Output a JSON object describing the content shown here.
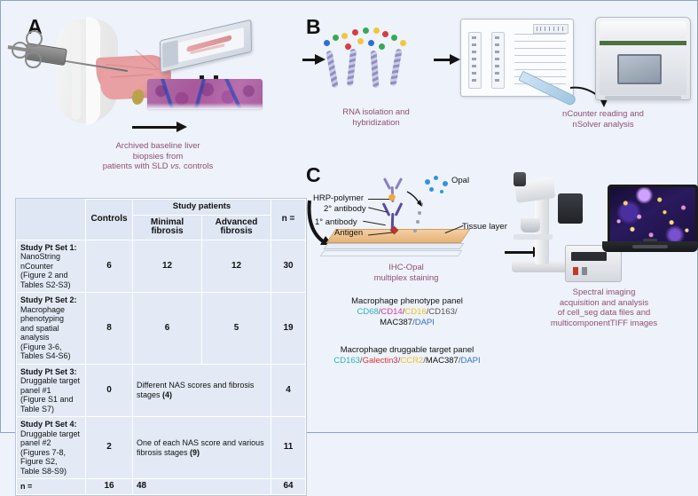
{
  "panels": {
    "a": {
      "letter": "A",
      "caption_line1": "Archived baseline liver",
      "caption_line2": "biopsies from",
      "caption_line3_pre": "patients with SLD ",
      "caption_line3_italic": "vs.",
      "caption_line3_post": " controls"
    },
    "b": {
      "letter": "B",
      "caption_left_line1": "RNA isolation and",
      "caption_left_line2": "hybridization",
      "caption_right_line1": "nCounter reading and",
      "caption_right_line2": "nSolver analysis"
    },
    "c": {
      "letter": "C",
      "diagram_labels": {
        "hrp_polymer": "HRP-polymer",
        "secondary_antibody": "2° antibody",
        "primary_antibody": "1° antibody",
        "antigen": "Antigen",
        "opal": "Opal",
        "tissue_layer": "Tissue layer"
      },
      "staining_caption_line1": "IHC-Opal",
      "staining_caption_line2": "multiplex staining",
      "phenotype_panel": {
        "title": "Macrophage phenotype panel",
        "markers": [
          "CD68",
          "CD14",
          "CD16",
          "CD163",
          "MAC387",
          "DAPI"
        ],
        "line1": "CD68/CD14/CD16/CD163/",
        "line2": "MAC387/DAPI"
      },
      "druggable_panel": {
        "title": "Macrophage druggable target panel",
        "markers": [
          "CD163",
          "Galectin3",
          "CCR2",
          "MAC387",
          "DAPI"
        ],
        "line1": "CD163/Galectin3/CCR2/MAC387/DAPI"
      },
      "imaging_caption_line1": "Spectral imaging",
      "imaging_caption_line2": "acquisition and analysis",
      "imaging_caption_line3": "of cell_seg data files and",
      "imaging_caption_line4": "multicomponentTIFF images"
    }
  },
  "table": {
    "headers": {
      "blank": "",
      "controls": "Controls",
      "study_patients": "Study patients",
      "minimal_fibrosis": "Minimal fibrosis",
      "advanced_fibrosis": "Advanced fibrosis",
      "n_equals": "n ="
    },
    "rows": [
      {
        "title": "Study Pt Set 1:",
        "sub1": "NanoString nCounter",
        "sub2": "(Figure 2 and Tables S2-S3)",
        "controls": "6",
        "minimal": "12",
        "advanced": "12",
        "n": "30",
        "merged": false
      },
      {
        "title": "Study Pt Set 2:",
        "sub1": "Macrophage phenotyping",
        "sub2": "and spatial analysis",
        "sub3": "(Figure 3-6, Tables S4-S6)",
        "controls": "8",
        "minimal": "6",
        "advanced": "5",
        "n": "19",
        "merged": false
      },
      {
        "title": "Study Pt Set 3:",
        "sub1": "Druggable target panel #1",
        "sub2": "(Figure S1 and Table S7)",
        "controls": "0",
        "merged": true,
        "merged_text": "Different NAS scores and fibrosis stages ",
        "merged_bold": "(4)",
        "n": "4"
      },
      {
        "title": "Study Pt Set 4:",
        "sub1": "Druggable target panel #2",
        "sub2": "(Figures 7-8, Figure S2,",
        "sub3": "Table S8-S9)",
        "controls": "2",
        "merged": true,
        "merged_text": "One of each NAS score and various fibrosis stages ",
        "merged_bold": "(9)",
        "n": "11"
      }
    ],
    "total": {
      "label": "n =",
      "controls": "16",
      "study_patients": "48",
      "n": "64"
    }
  },
  "colors": {
    "caption_purple": "#8e4f77",
    "table_bg": "#e3eaf6",
    "figure_bg": "#eef2fa",
    "cd68": "#2bb3b8",
    "cd14": "#e0359a",
    "cd16": "#f0c020",
    "cd163": "#555555",
    "dapi": "#2f6fd0",
    "galectin3": "#e03030",
    "ccr2": "#f0c020"
  }
}
